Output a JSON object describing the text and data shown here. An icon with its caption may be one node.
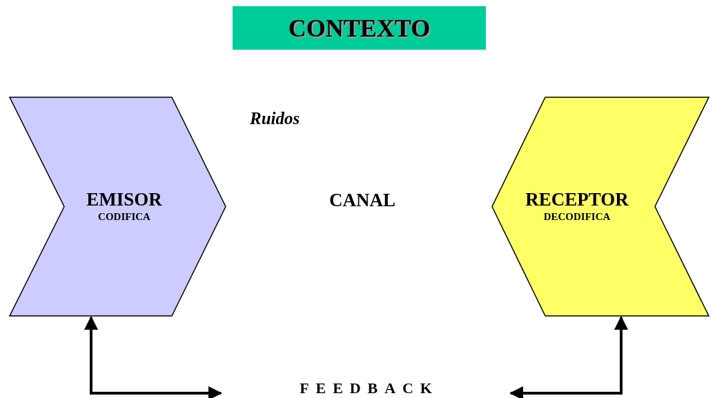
{
  "diagram": {
    "nodes": [
      {
        "text": [
          "CONTEXTO"
        ]
      },
      {
        "text": [
          "EMISOR",
          "CODIFICA"
        ]
      },
      {
        "text": [
          "CANAL"
        ]
      },
      {
        "text": [
          "RECEPTOR",
          "DECODIFICA"
        ]
      },
      {
        "text": [
          "FEEDBACK"
        ]
      }
    ],
    "edges": [
      {
        "from": 1,
        "to": null,
        "arrow": "both"
      },
      {
        "from": 3,
        "to": null,
        "arrow": "both"
      }
    ],
    "labels": [
      "Ruidos"
    ]
  }
}
